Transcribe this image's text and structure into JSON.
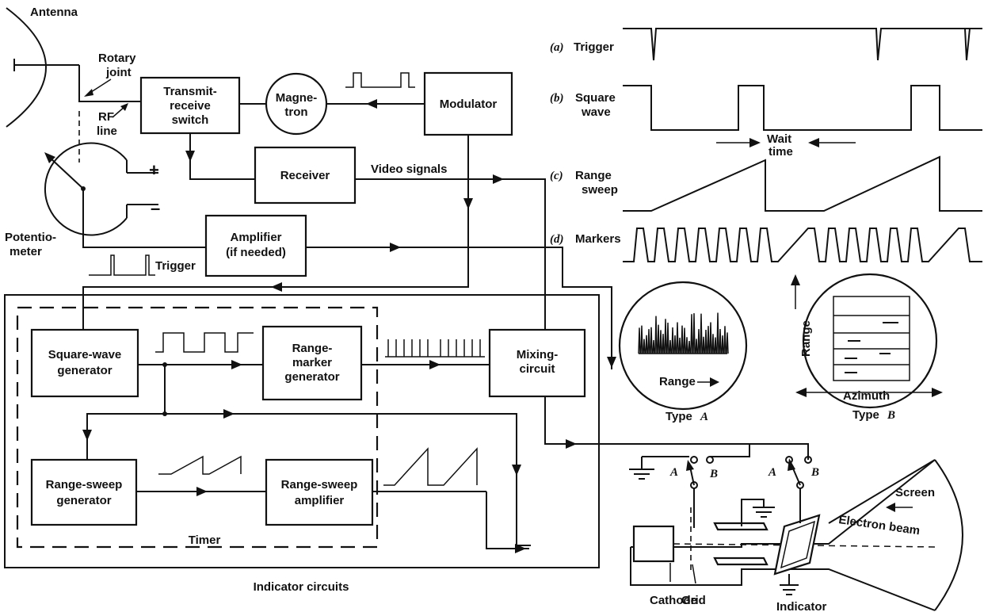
{
  "labels": {
    "antenna": "Antenna",
    "rotary_joint_1": "Rotary",
    "rotary_joint_2": "joint",
    "rf_line_1": "RF",
    "rf_line_2": "line",
    "potentiometer_1": "Potentio-",
    "potentiometer_2": "meter",
    "plus": "+",
    "minus": "–",
    "trigger": "Trigger",
    "video_signals": "Video signals",
    "timer": "Timer",
    "indicator_circuits": "Indicator circuits",
    "indicator": "Indicator",
    "cathode": "Cathode",
    "grid": "Grid",
    "screen": "Screen",
    "electron_beam": "Electron beam",
    "switch_a1": "A",
    "switch_b1": "B",
    "switch_a2": "A",
    "switch_b2": "B"
  },
  "blocks": {
    "transmit_receive_1": "Transmit-",
    "transmit_receive_2": "receive",
    "transmit_receive_3": "switch",
    "magnetron_1": "Magne-",
    "magnetron_2": "tron",
    "modulator": "Modulator",
    "receiver": "Receiver",
    "amplifier_1": "Amplifier",
    "amplifier_2": "(if needed)",
    "square_wave_1": "Square-wave",
    "square_wave_2": "generator",
    "range_marker_1": "Range-",
    "range_marker_2": "marker",
    "range_marker_3": "generator",
    "mixing_1": "Mixing-",
    "mixing_2": "circuit",
    "sweep_gen_1": "Range-sweep",
    "sweep_gen_2": "generator",
    "sweep_amp_1": "Range-sweep",
    "sweep_amp_2": "amplifier"
  },
  "waveforms": {
    "a_letter": "(a)",
    "a_name": "Trigger",
    "b_letter": "(b)",
    "b_name_1": "Square",
    "b_name_2": "wave",
    "c_letter": "(c)",
    "c_name_1": "Range",
    "c_name_2": "sweep",
    "d_letter": "(d)",
    "d_name": "Markers",
    "wait_1": "Wait",
    "wait_2": "time"
  },
  "displays": {
    "type_a_word": "Type",
    "type_a_letter": "A",
    "type_a_range": "Range",
    "type_b_word": "Type",
    "type_b_letter": "B",
    "type_b_range": "Range",
    "type_b_azimuth": "Azimuth"
  }
}
